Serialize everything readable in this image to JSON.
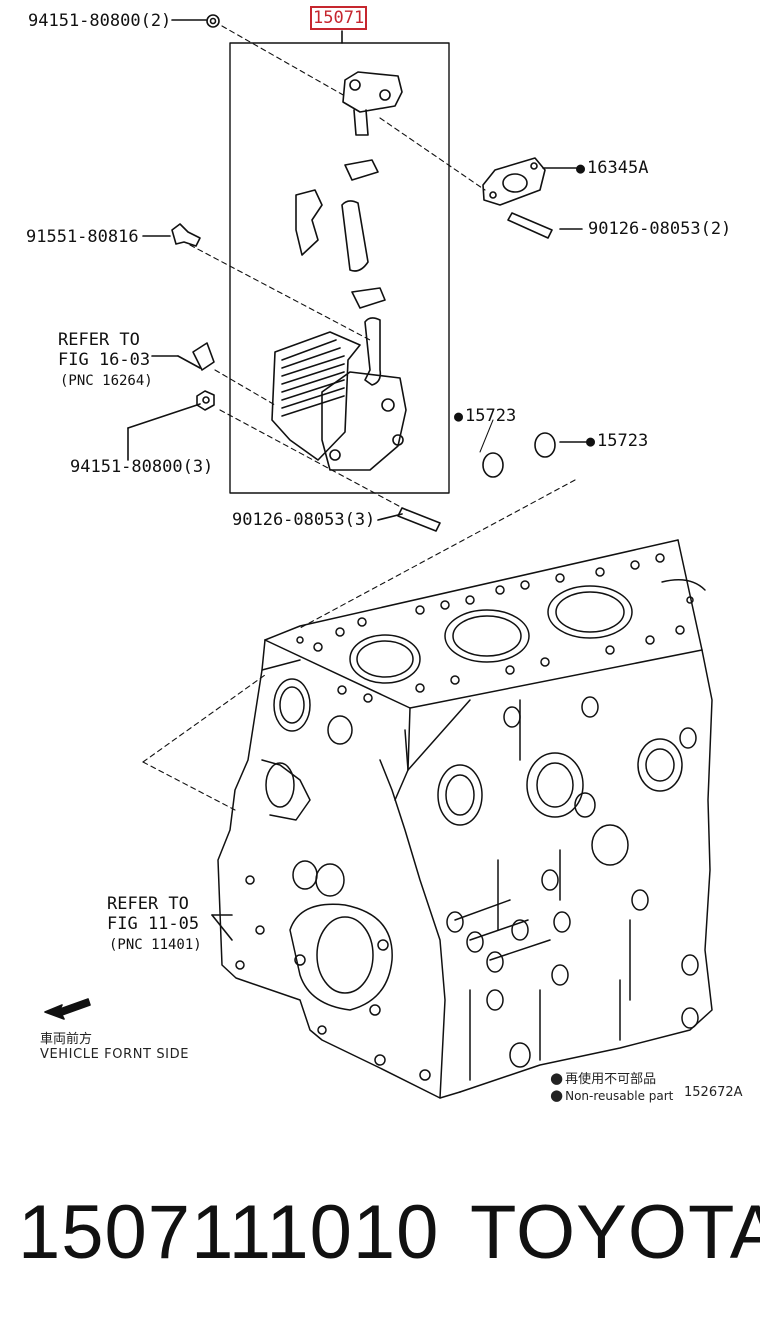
{
  "callouts": {
    "top_left_nut": "94151-80800(2)",
    "assembly": "15071",
    "gasket": "16345A",
    "bolt_left": "91551-80816",
    "stud_right": "90126-08053(2)",
    "refer_a_line1": "REFER TO",
    "refer_a_line2": "FIG 16-03",
    "refer_a_pnc": "(PNC 16264)",
    "oring_a": "15723",
    "oring_b": "15723",
    "nut_lower": "94151-80800(3)",
    "stud_lower": "90126-08053(3)",
    "refer_b_line1": "REFER TO",
    "refer_b_line2": "FIG 11-05",
    "refer_b_pnc": "(PNC 11401)"
  },
  "legend": {
    "direction_cn": "車両前方",
    "direction_en": "VEHICLE FORNT SIDE",
    "nonreusable_cn": "再使用不可部品",
    "nonreusable_en": "Non-reusable part",
    "diagram_code": "152672A"
  },
  "footer": {
    "part_number": "1507111010",
    "brand": "TOYOTA"
  },
  "colors": {
    "highlight": "#c6262e",
    "ink": "#111111"
  }
}
